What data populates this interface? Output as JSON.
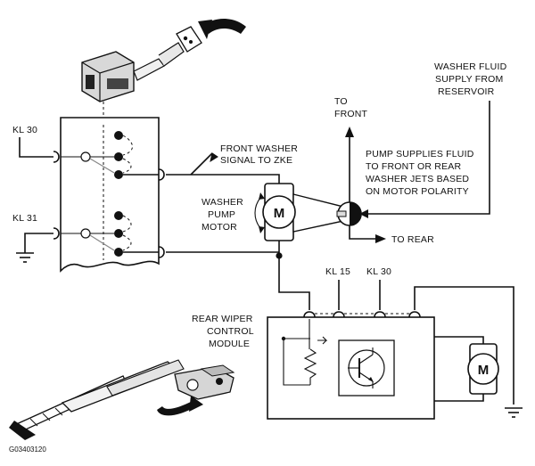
{
  "diagram": {
    "labels": {
      "kl30_left": "KL 30",
      "kl31_left": "KL 31",
      "front_washer_signal_line1": "FRONT WASHER",
      "front_washer_signal_line2": "SIGNAL TO ZKE",
      "washer_pump_motor_line1": "WASHER",
      "washer_pump_motor_line2": "PUMP",
      "washer_pump_motor_line3": "MOTOR",
      "to_front_line1": "TO",
      "to_front_line2": "FRONT",
      "washer_fluid_line1": "WASHER FLUID",
      "washer_fluid_line2": "SUPPLY FROM",
      "washer_fluid_line3": "RESERVOIR",
      "pump_supplies_line1": "PUMP SUPPLIES FLUID",
      "pump_supplies_line2": "TO FRONT OR REAR",
      "pump_supplies_line3": "WASHER JETS BASED",
      "pump_supplies_line4": "ON MOTOR POLARITY",
      "to_rear": "TO REAR",
      "kl15_top": "KL 15",
      "kl30_top": "KL 30",
      "rear_wiper_line1": "REAR WIPER",
      "rear_wiper_line2": "CONTROL",
      "rear_wiper_line3": "MODULE",
      "figure_id": "G03403120"
    },
    "motor_symbol": "M"
  }
}
